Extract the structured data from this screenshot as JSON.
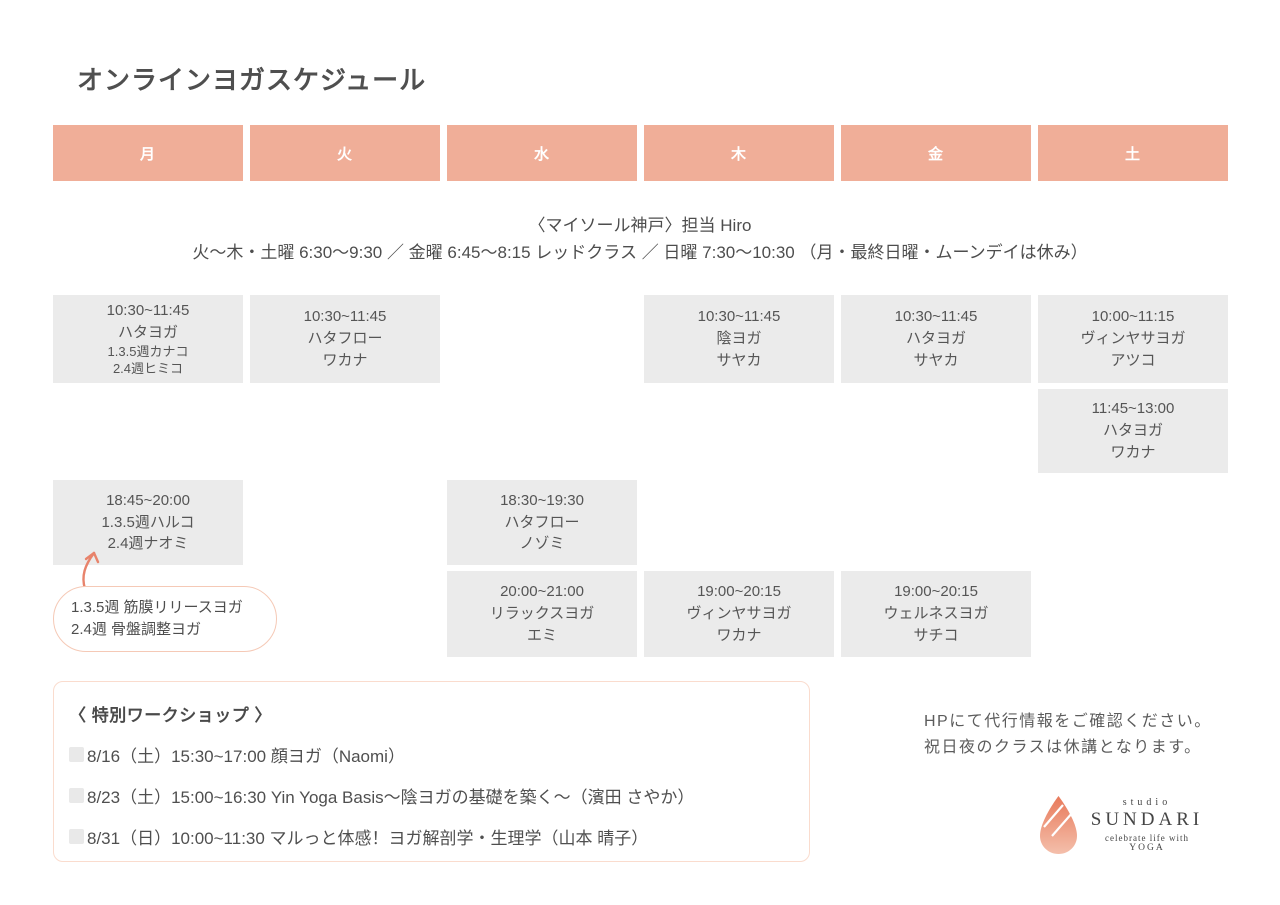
{
  "title": "オンラインヨガスケジュール",
  "days": [
    "月",
    "火",
    "水",
    "木",
    "金",
    "土"
  ],
  "mysore": {
    "line1": "〈マイソール神戸〉担当 Hiro",
    "line2": "火〜木・土曜 6:30〜9:30 ／ 金曜 6:45〜8:15 レッドクラス ／ 日曜 7:30〜10:30 （月・最終日曜・ムーンデイは休み）"
  },
  "cards": [
    {
      "time": "10:30~11:45",
      "l1": "ハタヨガ",
      "l2": "1.3.5週カナコ",
      "l3": "2.4週ヒミコ"
    },
    {
      "time": "10:30~11:45",
      "l1": "ハタフロー",
      "l2": "ワカナ"
    },
    {
      "time": "10:30~11:45",
      "l1": "陰ヨガ",
      "l2": "サヤカ"
    },
    {
      "time": "10:30~11:45",
      "l1": "ハタヨガ",
      "l2": "サヤカ"
    },
    {
      "time": "10:00~11:15",
      "l1": "ヴィンヤサヨガ",
      "l2": "アツコ"
    },
    {
      "time": "11:45~13:00",
      "l1": "ハタヨガ",
      "l2": "ワカナ"
    },
    {
      "time": "18:45~20:00",
      "l1": "1.3.5週ハルコ",
      "l2": "2.4週ナオミ"
    },
    {
      "time": "18:30~19:30",
      "l1": "ハタフロー",
      "l2": "ノゾミ"
    },
    {
      "time": "20:00~21:00",
      "l1": "リラックスヨガ",
      "l2": "エミ"
    },
    {
      "time": "19:00~20:15",
      "l1": "ヴィンヤサヨガ",
      "l2": "ワカナ"
    },
    {
      "time": "19:00~20:15",
      "l1": "ウェルネスヨガ",
      "l2": "サチコ"
    }
  ],
  "annotation": {
    "line1": "1.3.5週 筋膜リリースヨガ",
    "line2": "2.4週 骨盤調整ヨガ"
  },
  "workshop": {
    "title": "〈 特別ワークショップ 〉",
    "items": [
      "8/16（土）15:30~17:00 顔ヨガ（Naomi）",
      "8/23（土）15:00~16:30 Yin Yoga Basis〜陰ヨガの基礎を築く〜（濱田 さやか）",
      "8/31（日）10:00~11:30 マルっと体感！ヨガ解剖学・生理学（山本 晴子）"
    ]
  },
  "notes": {
    "line1": "HPにて代行情報をご確認ください。",
    "line2": "祝日夜のクラスは休講となります。"
  },
  "logo": {
    "studio": "studio",
    "name": "SUNDARI",
    "tagline1": "celebrate life with",
    "tagline2": "YOGA"
  },
  "colors": {
    "header_salmon": "#F0AE98",
    "card_gray": "#EBEBEB",
    "accent_arrow": "#E8836B",
    "bubble_border": "#F5C9B6",
    "workshop_border": "#FADCCE",
    "text_dark": "#4F4F4F",
    "logo_gradient_top": "#E87A5B",
    "logo_gradient_bottom": "#F4BFAB"
  }
}
